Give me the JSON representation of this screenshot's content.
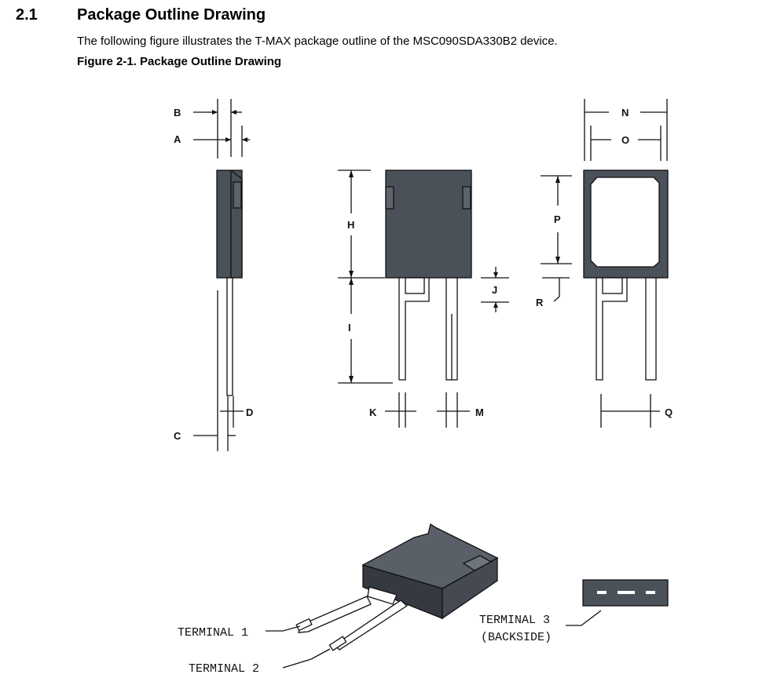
{
  "section": {
    "number": "2.1",
    "title": "Package Outline Drawing",
    "intro": "The following figure illustrates the T-MAX package outline of the MSC090SDA330B2 device.",
    "figure_caption": "Figure 2-1. Package Outline Drawing"
  },
  "dims": {
    "a": "A",
    "b": "B",
    "c": "C",
    "d": "D",
    "h": "H",
    "i": "I",
    "j": "J",
    "k": "K",
    "m": "M",
    "n": "N",
    "o": "O",
    "p": "P",
    "q": "Q",
    "r": "R"
  },
  "terminals": {
    "t1": "TERMINAL 1",
    "t2": "TERMINAL 2",
    "t3_line1": "TERMINAL 3",
    "t3_line2": "(BACKSIDE)"
  },
  "colors": {
    "body": "#4b5159",
    "outline": "#111111",
    "lead": "#ffffff"
  }
}
